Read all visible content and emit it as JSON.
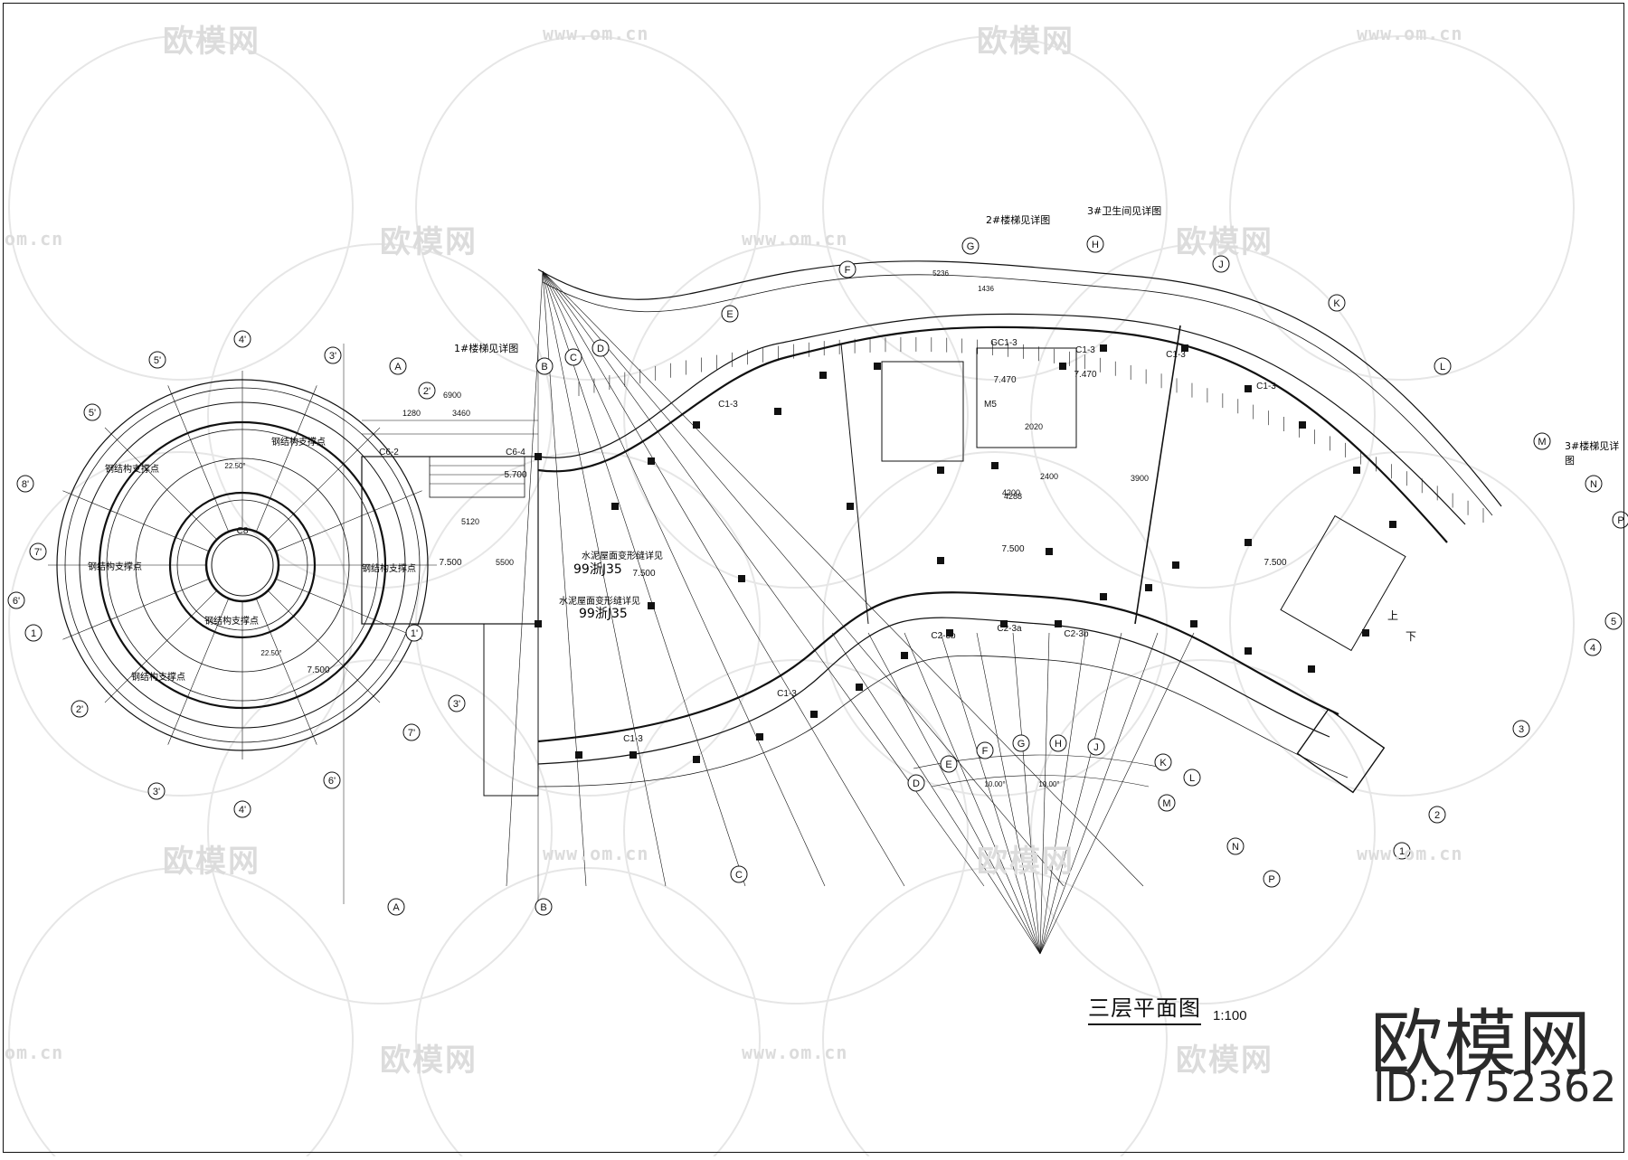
{
  "drawing": {
    "title": "三层平面图",
    "scale": "1:100",
    "brand_name": "欧模网",
    "brand_id": "ID:2752362"
  },
  "watermark": {
    "logo_text": "欧模网",
    "url_text": "www.om.cn",
    "url_fragment": "om.cn"
  },
  "annotations": {
    "stair1": "1#楼梯见详图",
    "stair2": "2#楼梯见详图",
    "toilet3": "3#卫生间见详图",
    "stair3": "3#楼梯见详图",
    "steel_support": "钢结构支撑点",
    "detail_a": "水泥屋面变形缝详见",
    "detail_a_ref": "99浙J35",
    "detail_b": "水泥屋面变形缝详见",
    "detail_b_ref": "99浙J35",
    "up": "上",
    "down": "下"
  },
  "axis_labels": {
    "circle_radial": [
      "4'",
      "3'",
      "2'",
      "1'",
      "8'",
      "7'",
      "6'",
      "5'",
      "4'",
      "3'",
      "2'",
      "1",
      "5'",
      "6'",
      "7'",
      "3'"
    ],
    "letters_top": [
      "A",
      "B",
      "C",
      "D",
      "E",
      "F",
      "G",
      "H",
      "J",
      "K",
      "L",
      "M",
      "N",
      "P"
    ],
    "letters_bottom": [
      "A",
      "B",
      "C",
      "D",
      "E",
      "F",
      "G",
      "H",
      "J",
      "K",
      "L",
      "M",
      "N",
      "P"
    ],
    "numbers_right": [
      "5",
      "4",
      "3",
      "2",
      "1"
    ]
  },
  "elevations": [
    "7.500",
    "7.500",
    "7.500",
    "7.500",
    "7.500",
    "5.700",
    "7.470",
    "7.470"
  ],
  "windows": [
    "C1-3",
    "C2-3b",
    "C2-3a",
    "C2-3b",
    "GC1-3",
    "C6-2",
    "C6-4",
    "C8",
    "M5"
  ],
  "dimensions_sample": [
    "6900",
    "3460",
    "1280",
    "5120",
    "5500",
    "4200",
    "2400",
    "3900",
    "5236",
    "4288",
    "2020",
    "1436"
  ],
  "angles_sample": [
    "22.50°",
    "10.00°"
  ]
}
